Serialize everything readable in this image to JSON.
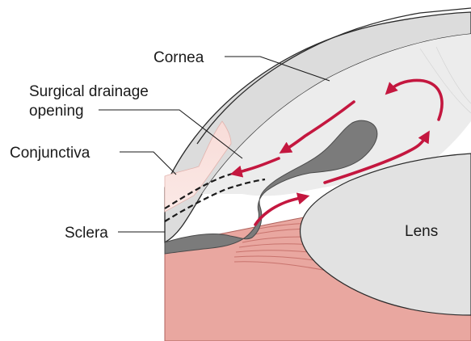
{
  "labels": {
    "cornea": "Cornea",
    "surgical_line1": "Surgical drainage",
    "surgical_line2": "opening",
    "conjunctiva": "Conjunctiva",
    "sclera": "Sclera",
    "lens": "Lens"
  },
  "colors": {
    "cornea": "#e3e3e3",
    "cornea_outline": "#2a2a2a",
    "sclera": "#d9d9d9",
    "conjunctiva": "#f6d3cf",
    "iris": "#7b7b7b",
    "ciliary_body": "#e9a7a0",
    "ciliary_fibers": "#c8736d",
    "lens": "#e2e2e2",
    "flow_arrows": "#c4173f",
    "drainage_opening": "#1a1a1a"
  }
}
